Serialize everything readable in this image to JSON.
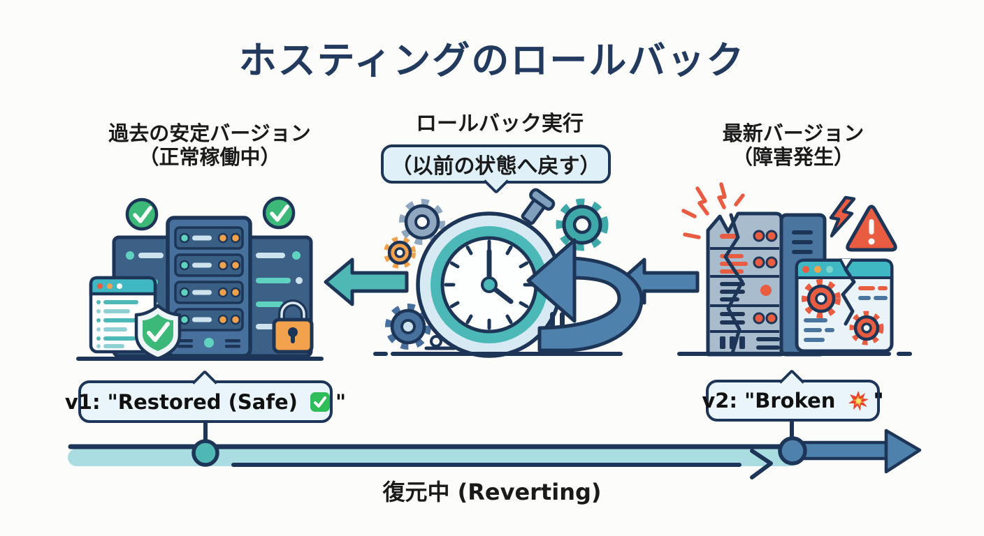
{
  "title": "ホスティングのロールバック",
  "sections": {
    "left": {
      "label_line1": "過去の安定バージョン",
      "label_line2": "（正常稼働中）"
    },
    "middle": {
      "label": "ロールバック実行",
      "bubble": "（以前の状態へ戻す）"
    },
    "right": {
      "label_line1": "最新バージョン",
      "label_line2": "（障害発生）"
    }
  },
  "version_labels": {
    "v1": {
      "text_before_icon": "v1: \"Restored (Safe) ",
      "icon": "white-check-mark-emoji",
      "text_after_icon": "\""
    },
    "v2": {
      "text_before_icon": "v2: \"Broken ",
      "icon": "collision-burst-emoji",
      "text_after_icon": "\""
    }
  },
  "timeline": {
    "status_label": "復元中 (Reverting)"
  },
  "icons": [
    "check-circle-icon",
    "server-rack-icon",
    "terminal-window-icon",
    "shield-check-icon",
    "lock-icon",
    "gear-icon",
    "stopwatch-icon",
    "rollback-arrow-icon",
    "flow-arrow-icon",
    "spark-icon",
    "lightning-icon",
    "warning-triangle-icon",
    "broken-server-icon",
    "broken-app-window-icon",
    "timeline-node",
    "timeline-forward-arrow"
  ],
  "colors": {
    "background": "#fcfcfa",
    "title_navy": "#223a5e",
    "outline_navy": "#1d3557",
    "teal": "#4fb8b4",
    "light_teal_bar": "#aadde2",
    "steel_blue": "#4e81ab",
    "server_blue": "#47719c",
    "light_blue": "#cfe3ee",
    "bubble_blue": "#dff0f8",
    "green": "#3cb878",
    "orange": "#f2a24c",
    "alert_red": "#e85c41"
  }
}
